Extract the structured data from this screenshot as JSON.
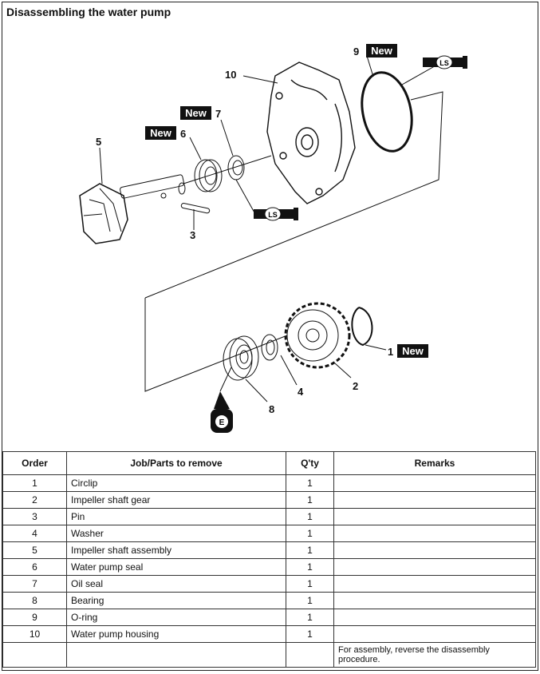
{
  "title": "Disassembling the water pump",
  "new_label": "New",
  "lubricant_ls": "LS",
  "lubricant_e": "E",
  "callouts": [
    "1",
    "2",
    "3",
    "4",
    "5",
    "6",
    "7",
    "8",
    "9",
    "10"
  ],
  "table": {
    "headers": [
      "Order",
      "Job/Parts to remove",
      "Q'ty",
      "Remarks"
    ],
    "rows": [
      {
        "order": "1",
        "part": "Circlip",
        "qty": "1",
        "remarks": ""
      },
      {
        "order": "2",
        "part": "Impeller shaft gear",
        "qty": "1",
        "remarks": ""
      },
      {
        "order": "3",
        "part": "Pin",
        "qty": "1",
        "remarks": ""
      },
      {
        "order": "4",
        "part": "Washer",
        "qty": "1",
        "remarks": ""
      },
      {
        "order": "5",
        "part": "Impeller shaft assembly",
        "qty": "1",
        "remarks": ""
      },
      {
        "order": "6",
        "part": "Water pump seal",
        "qty": "1",
        "remarks": ""
      },
      {
        "order": "7",
        "part": "Oil seal",
        "qty": "1",
        "remarks": ""
      },
      {
        "order": "8",
        "part": "Bearing",
        "qty": "1",
        "remarks": ""
      },
      {
        "order": "9",
        "part": "O-ring",
        "qty": "1",
        "remarks": ""
      },
      {
        "order": "10",
        "part": "Water pump housing",
        "qty": "1",
        "remarks": ""
      }
    ],
    "footer_remark": "For assembly, reverse the disassembly procedure."
  }
}
